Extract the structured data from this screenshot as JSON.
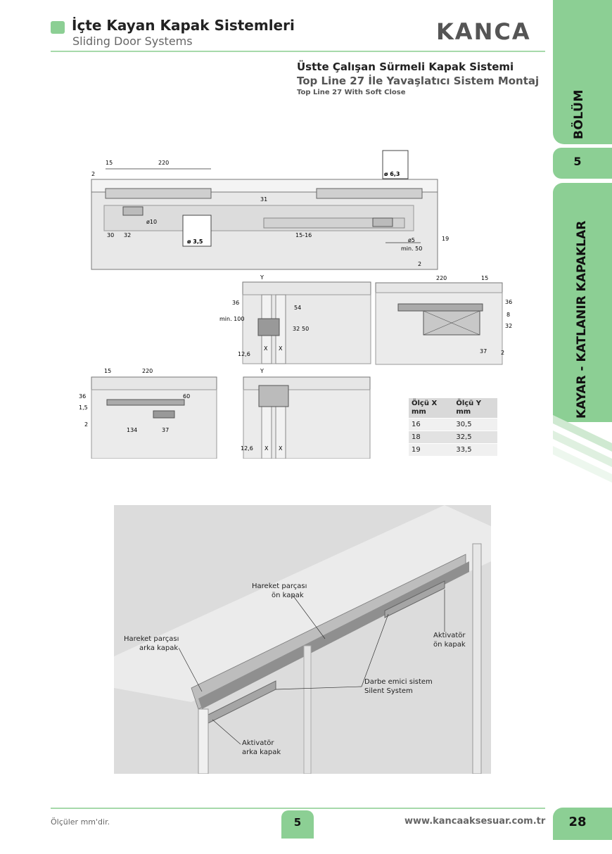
{
  "header": {
    "title_tr": "İçte Kayan Kapak Sistemleri",
    "title_en": "Sliding Door Systems",
    "logo": "KANCA"
  },
  "side_tab": {
    "section_label": "BÖLÜM",
    "section_number": "5",
    "category": "KAYAR - KATLANIR KAPAKLAR"
  },
  "title": {
    "line1": "Üstte Çalışan Sürmeli Kapak Sistemi",
    "line2": "Top Line 27 İle Yavaşlatıcı Sistem Montaj",
    "line3": "Top Line 27 With Soft Close"
  },
  "drawing_top": {
    "dims": [
      "2",
      "15",
      "220",
      "31",
      "ø10",
      "30",
      "32",
      "15-16",
      "ø5",
      "min. 50",
      "2",
      "19"
    ],
    "screw_small": "ø 3,5",
    "screw_large": "ø 6,3"
  },
  "drawing_side1": {
    "dims": [
      "Y",
      "36",
      "min. 100",
      "54",
      "32",
      "50",
      "12,6",
      "X",
      "X"
    ]
  },
  "drawing_side2": {
    "dims": [
      "220",
      "15",
      "36",
      "8",
      "32",
      "37",
      "2"
    ]
  },
  "drawing_bottom_left": {
    "dims": [
      "15",
      "220",
      "36",
      "1,5",
      "60",
      "2",
      "134",
      "37"
    ]
  },
  "drawing_side3": {
    "dims": [
      "Y",
      "12,6",
      "X",
      "X"
    ]
  },
  "table": {
    "headers": [
      [
        "Ölçü X",
        "mm"
      ],
      [
        "Ölçü Y",
        "mm"
      ]
    ],
    "rows": [
      [
        "16",
        "30,5"
      ],
      [
        "18",
        "32,5"
      ],
      [
        "19",
        "33,5"
      ]
    ]
  },
  "perspective_labels": {
    "hareket_on": [
      "Hareket parçası",
      "ön kapak"
    ],
    "hareket_arka": [
      "Hareket parçası",
      "arka kapak"
    ],
    "aktivator_on": [
      "Aktivatör",
      "ön kapak"
    ],
    "darbe": [
      "Darbe emici sistem",
      "Silent System"
    ],
    "aktivator_arka": [
      "Aktivatör",
      "arka kapak"
    ]
  },
  "footer": {
    "note": "Ölçüler mm'dir.",
    "page_section": "5",
    "url": "www.kancaaksesuar.com.tr",
    "page_number": "28"
  },
  "colors": {
    "accent": "#8ccf94",
    "line": "#a6d9aa"
  }
}
